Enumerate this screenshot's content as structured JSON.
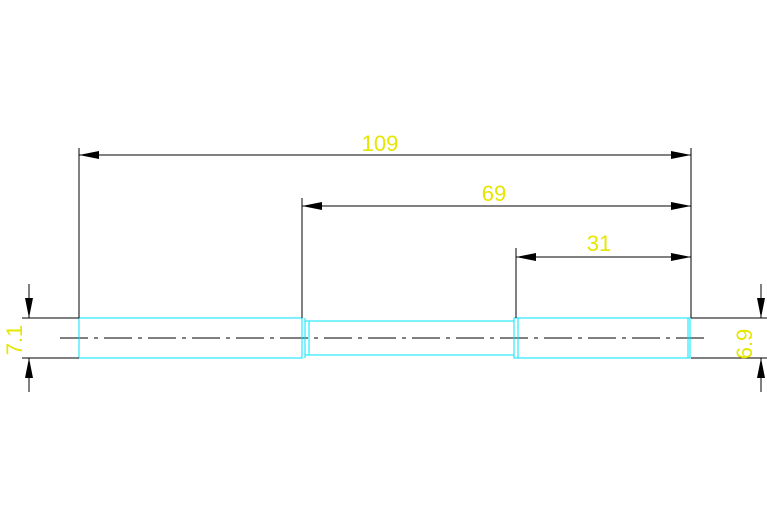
{
  "colors": {
    "background": "#ffffff",
    "dimension_line": "#000000",
    "shaft_outline": "#00e5ff",
    "dimension_text": "#e6e600"
  },
  "dimensions": {
    "overall_length": "109",
    "middle_to_end": "69",
    "end_segment": "31",
    "left_diameter": "7.1",
    "right_diameter": "6.9"
  }
}
